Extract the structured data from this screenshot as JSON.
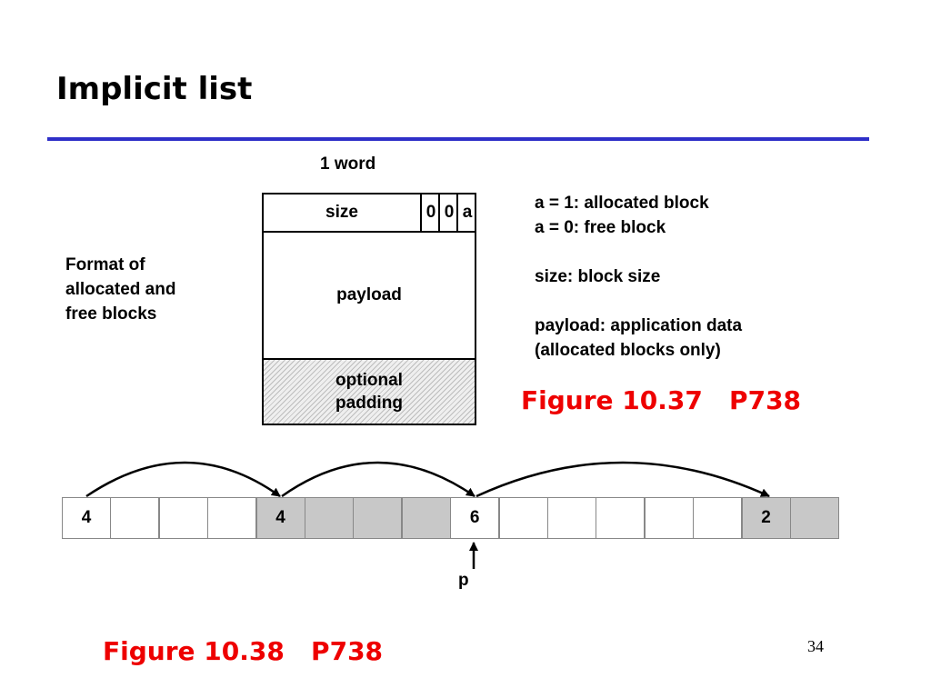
{
  "title": "Implicit list",
  "block_format": {
    "word_label": "1 word",
    "size_label": "size",
    "bits": [
      "0",
      "0",
      "a"
    ],
    "payload_label": "payload",
    "padding_lines": [
      "optional",
      "padding"
    ]
  },
  "format_caption_lines": [
    "Format of",
    "allocated and",
    "free blocks"
  ],
  "legend_lines": [
    "a = 1: allocated block",
    "a = 0: free block",
    "",
    "size: block size",
    "",
    "payload: application data",
    "(allocated blocks only)"
  ],
  "figure_1": "Figure 10.37   P738",
  "figure_2": "Figure 10.38   P738",
  "page_number": "34",
  "heap": {
    "cells": [
      {
        "text": "4",
        "shaded": false
      },
      {
        "text": "",
        "shaded": false
      },
      {
        "text": "",
        "shaded": false
      },
      {
        "text": "",
        "shaded": false
      },
      {
        "text": "4",
        "shaded": true
      },
      {
        "text": "",
        "shaded": true
      },
      {
        "text": "",
        "shaded": true
      },
      {
        "text": "",
        "shaded": true
      },
      {
        "text": "6",
        "shaded": false
      },
      {
        "text": "",
        "shaded": false
      },
      {
        "text": "",
        "shaded": false
      },
      {
        "text": "",
        "shaded": false
      },
      {
        "text": "",
        "shaded": false
      },
      {
        "text": "",
        "shaded": false
      },
      {
        "text": "2",
        "shaded": true
      },
      {
        "text": "",
        "shaded": true
      }
    ],
    "pointer_label": "p"
  },
  "colors": {
    "accent_rule": "#2e2fc8",
    "figure_text": "#ee0000",
    "shaded_cell": "#c8c8c8"
  }
}
